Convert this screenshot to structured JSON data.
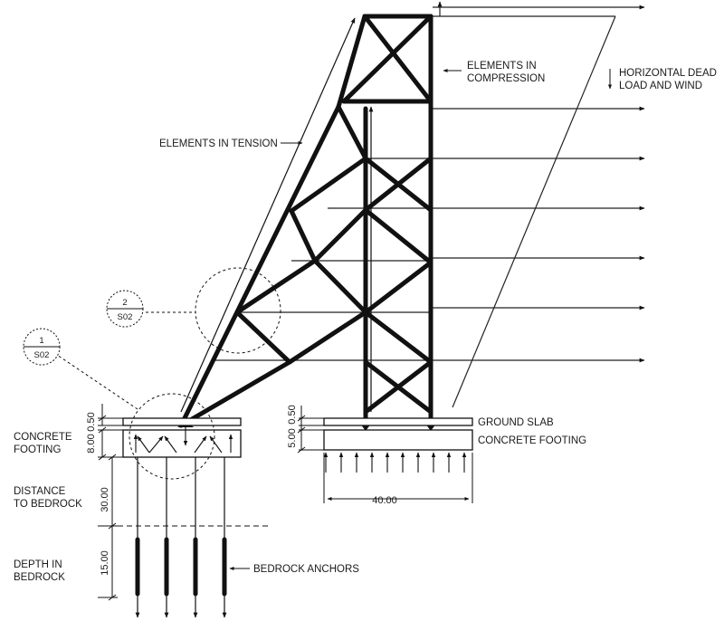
{
  "labels": {
    "compression": [
      "ELEMENTS IN",
      "COMPRESSION"
    ],
    "dead_load": [
      "HORIZONTAL DEAD",
      "LOAD AND WIND"
    ],
    "tension": "ELEMENTS IN TENSION",
    "ground_slab": "GROUND SLAB",
    "concrete_footing_right": "CONCRETE FOOTING",
    "concrete_footing_left": [
      "CONCRETE",
      "FOOTING"
    ],
    "distance_bedrock": [
      "DISTANCE",
      "TO BEDROCK"
    ],
    "depth_bedrock": [
      "DEPTH IN",
      "BEDROCK"
    ],
    "bedrock_anchors": "BEDROCK ANCHORS"
  },
  "callouts": [
    {
      "number": "1",
      "sheet": "S02"
    },
    {
      "number": "2",
      "sheet": "S02"
    }
  ],
  "dimensions": {
    "left_slab": "0.50",
    "left_footing": "8.00",
    "to_bedrock": "30.00",
    "in_bedrock": "15.00",
    "right_slab": "0.50",
    "right_footing": "5.00",
    "footing_width": "40.00"
  }
}
